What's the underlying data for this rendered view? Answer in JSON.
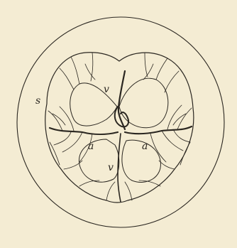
{
  "figure": {
    "background": "#f4ecd3",
    "ink": "#2a2620",
    "labels": {
      "sinus": "s",
      "vein_upper": "v",
      "vein_lower": "v",
      "artery_left": "a",
      "artery_right": "a"
    }
  }
}
